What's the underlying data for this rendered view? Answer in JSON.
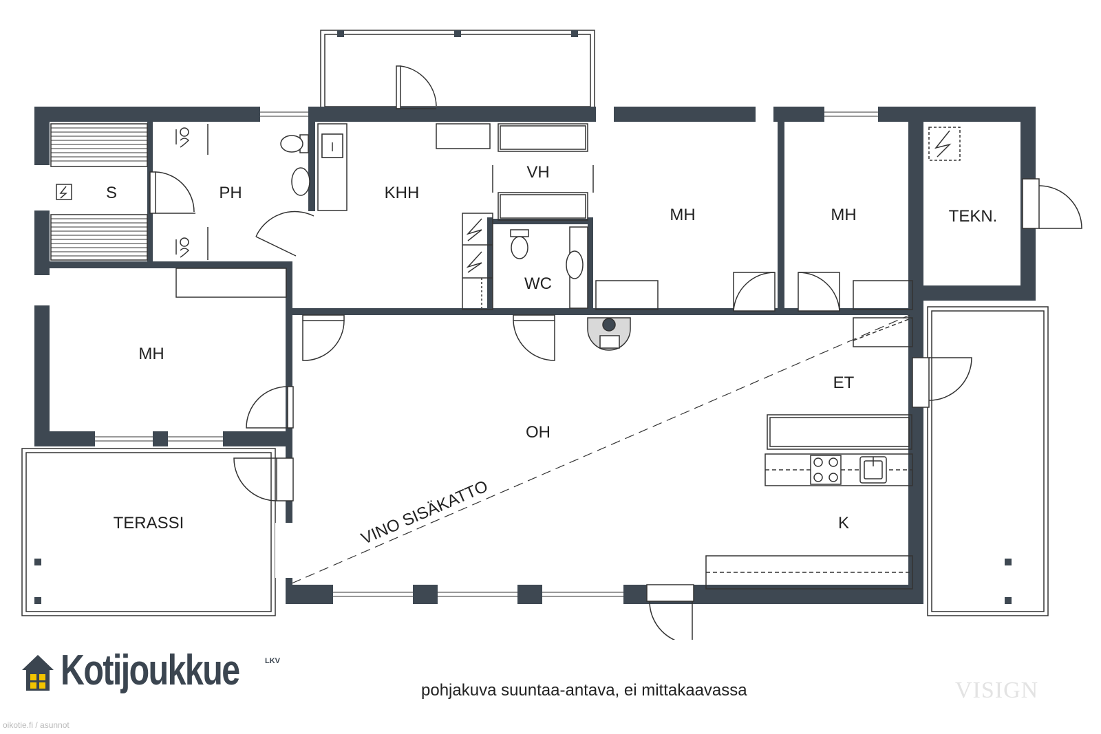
{
  "rooms": {
    "sauna": "S",
    "washroom": "PH",
    "utility": "KHH",
    "closet": "VH",
    "toilet": "WC",
    "bedroom_1": "MH",
    "bedroom_2": "MH",
    "bedroom_3": "MH",
    "technical": "TEKN.",
    "living": "OH",
    "entrance": "ET",
    "kitchen": "K",
    "terrace": "TERASSI"
  },
  "annotations": {
    "sloped_ceiling": "VINO SISÄKATTO"
  },
  "footer": {
    "brand_name": "Kotijoukkue",
    "brand_suffix": "LKV",
    "caption": "pohjakuva suuntaa-antava, ei mittakaavassa",
    "watermark": "VISIGN",
    "source": "oikotie.fi / asunnot"
  },
  "colors": {
    "wall": "#3e4852",
    "line": "#333333",
    "brand": "#3b4550",
    "brand_window": "#f3c400"
  },
  "icons": [
    "house-logo-icon",
    "electric-panel-icon",
    "shower-icon",
    "toilet-icon",
    "washbasin-icon",
    "stove-icon",
    "sink-icon",
    "fireplace-icon",
    "door-swing-icon"
  ]
}
